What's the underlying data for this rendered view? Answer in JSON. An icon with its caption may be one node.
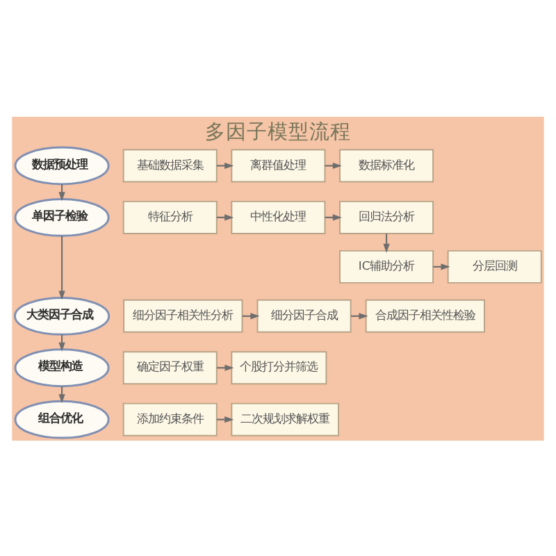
{
  "diagram": {
    "title": "多因子模型流程",
    "nodes": [
      {
        "text": [
          "数据预处理"
        ]
      },
      {
        "text": [
          "基础数据采集"
        ]
      },
      {
        "text": [
          "离群值处理"
        ]
      },
      {
        "text": [
          "数据标准化"
        ]
      },
      {
        "text": [
          "单因子检验"
        ]
      },
      {
        "text": [
          "特征分析"
        ]
      },
      {
        "text": [
          "中性化处理"
        ]
      },
      {
        "text": [
          "回归法分析"
        ]
      },
      {
        "text": [
          "分层回测"
        ]
      },
      {
        "text": [
          "IC辅助分析"
        ]
      },
      {
        "text": [
          "大类因子合成"
        ]
      },
      {
        "text": [
          "细分因子相关性分析"
        ]
      },
      {
        "text": [
          "细分因子合成"
        ]
      },
      {
        "text": [
          "合成因子相关性检验"
        ]
      },
      {
        "text": [
          "模型构造"
        ]
      },
      {
        "text": [
          "确定因子权重"
        ]
      },
      {
        "text": [
          "个股打分并筛选"
        ]
      },
      {
        "text": [
          "组合优化"
        ]
      },
      {
        "text": [
          "添加约束条件"
        ]
      },
      {
        "text": [
          "二次规划求解权重"
        ]
      }
    ],
    "edges": [
      {
        "from": 0,
        "to": 4,
        "arrow": "to"
      },
      {
        "from": 4,
        "to": 10,
        "arrow": "to"
      },
      {
        "from": 10,
        "to": 14,
        "arrow": "to"
      },
      {
        "from": 14,
        "to": 17,
        "arrow": "to"
      },
      {
        "from": 1,
        "to": 2,
        "arrow": "to"
      },
      {
        "from": 2,
        "to": 3,
        "arrow": "to"
      },
      {
        "from": 5,
        "to": 6,
        "arrow": "to"
      },
      {
        "from": 6,
        "to": 7,
        "arrow": "to"
      },
      {
        "from": 7,
        "to": 9,
        "arrow": "to"
      },
      {
        "from": 9,
        "to": 8,
        "arrow": "to"
      },
      {
        "from": 11,
        "to": 12,
        "arrow": "to"
      },
      {
        "from": 12,
        "to": 13,
        "arrow": "to"
      },
      {
        "from": 15,
        "to": 16,
        "arrow": "to"
      },
      {
        "from": 18,
        "to": 19,
        "arrow": "to"
      }
    ]
  }
}
